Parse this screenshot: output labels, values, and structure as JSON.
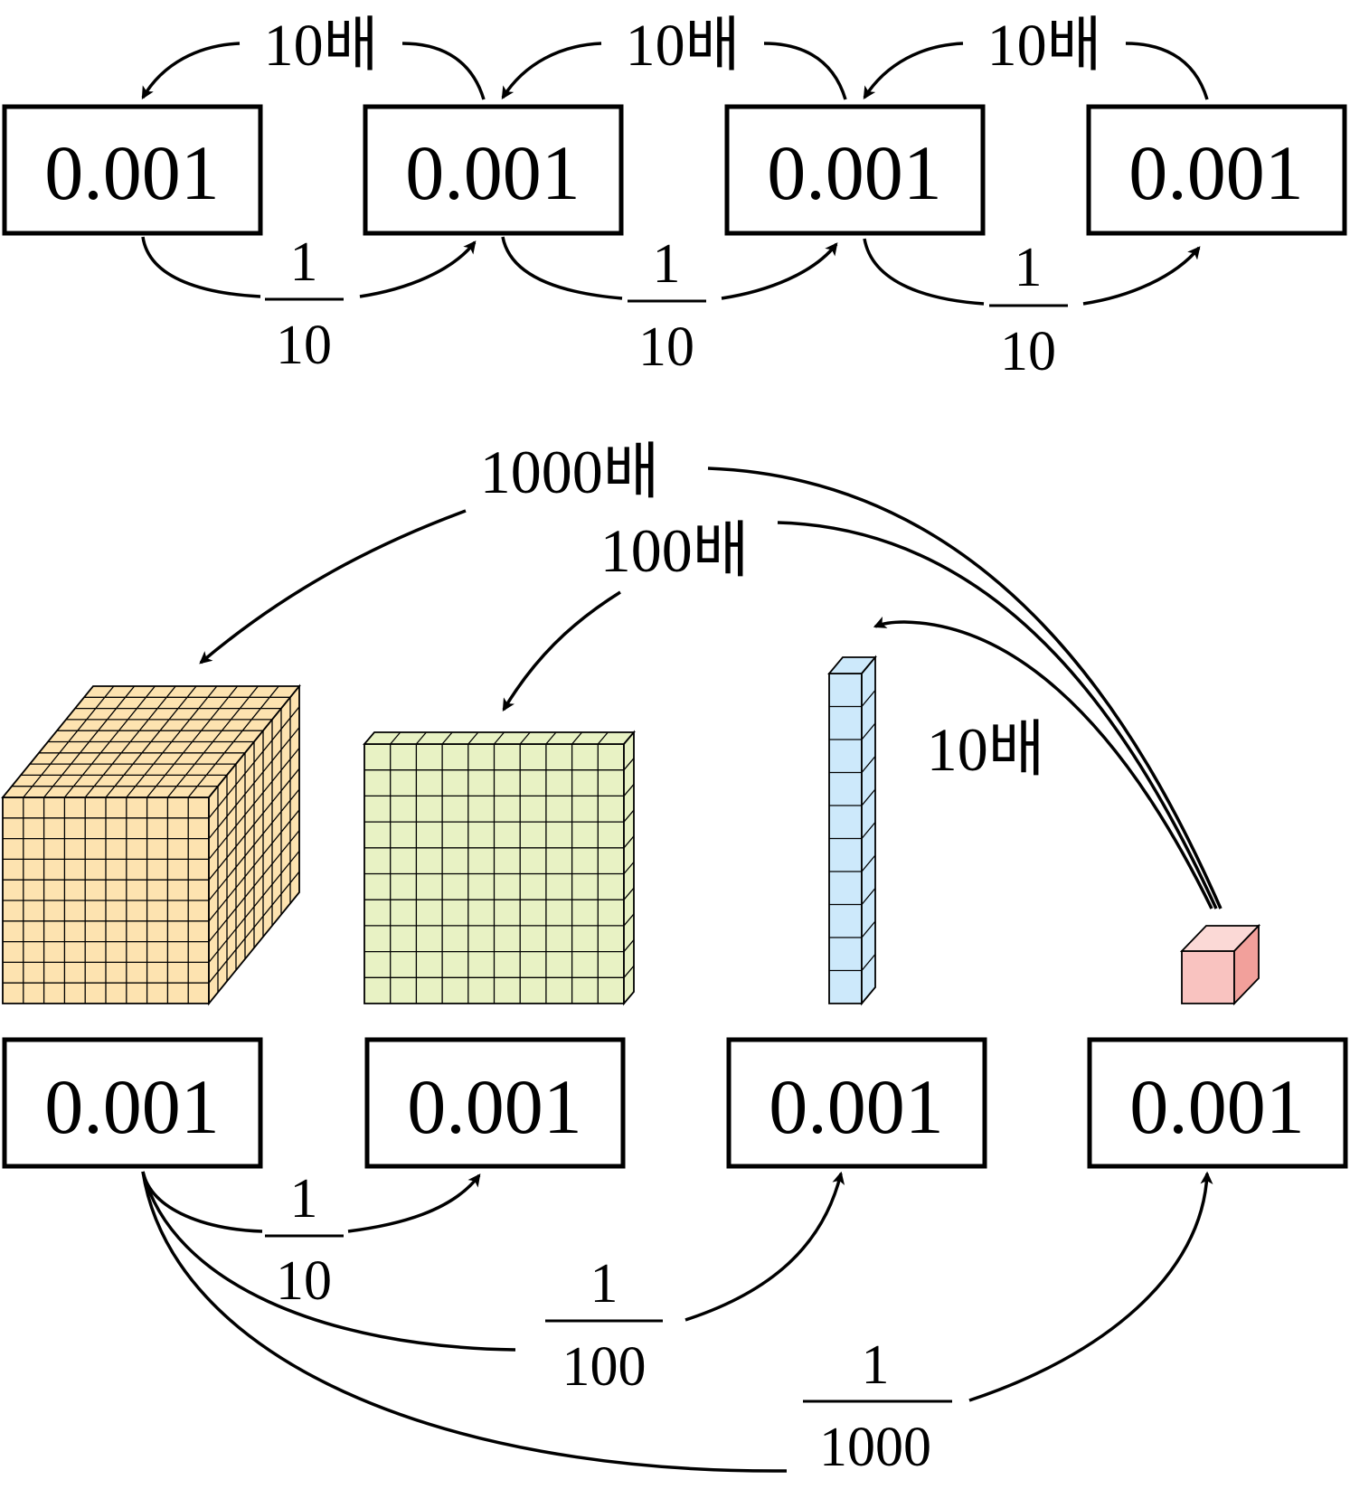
{
  "top_row": {
    "boxes": [
      "0.001",
      "0.001",
      "0.001",
      "0.001"
    ],
    "multiply_labels": [
      "10배",
      "10배",
      "10배"
    ],
    "fraction_labels": [
      {
        "num": "1",
        "den": "10"
      },
      {
        "num": "1",
        "den": "10"
      },
      {
        "num": "1",
        "den": "10"
      }
    ]
  },
  "bottom_row": {
    "boxes": [
      "0.001",
      "0.001",
      "0.001",
      "0.001"
    ],
    "multiply_labels": {
      "thousand": "1000배",
      "hundred": "100배",
      "ten": "10배"
    },
    "fraction_labels": {
      "tenth": {
        "num": "1",
        "den": "10"
      },
      "hundredth": {
        "num": "1",
        "den": "100"
      },
      "thousandth": {
        "num": "1",
        "den": "1000"
      }
    }
  },
  "blocks": {
    "cube_color": "#fde3b0",
    "flat_color": "#e8f2c4",
    "rod_color": "#cde9fb",
    "unit_color": "#f9c3c0",
    "unit_side_color": "#f2a09b",
    "grid_size": 10
  }
}
